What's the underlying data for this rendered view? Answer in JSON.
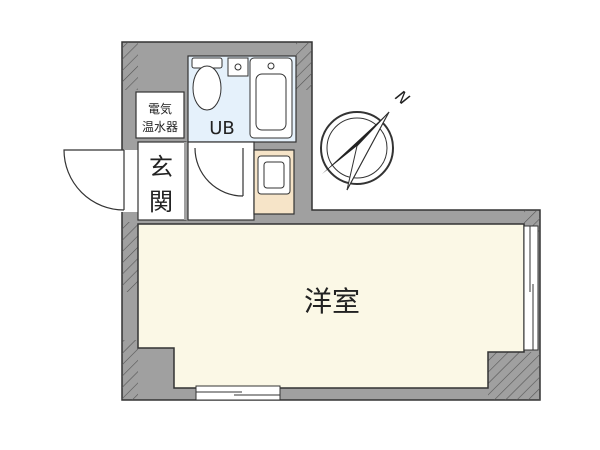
{
  "labels": {
    "water_heater_line1": "電気",
    "water_heater_line2": "温水器",
    "bath": "UB",
    "entrance_line1": "玄",
    "entrance_line2": "関",
    "western_room": "洋室",
    "north": "N"
  },
  "colors": {
    "wall": "#a0a0a0",
    "outline": "#333333",
    "room_floor": "#fbf8e6",
    "bath_floor": "#e5f1fb",
    "kitchen": "#f6e4c8",
    "hatch": "#555555"
  }
}
